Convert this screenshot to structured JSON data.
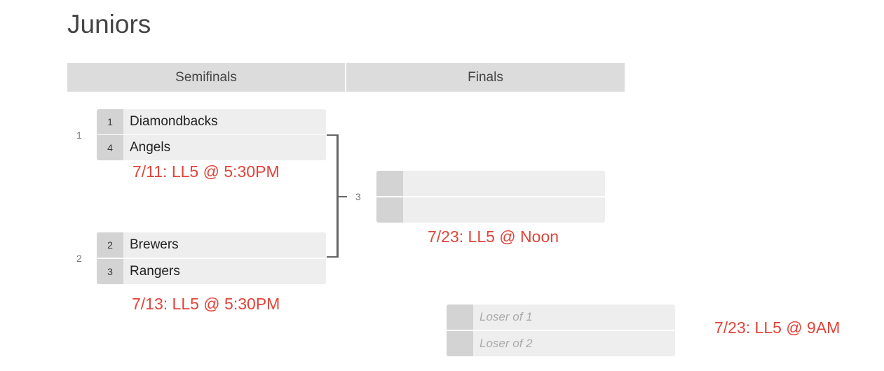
{
  "title": "Juniors",
  "rounds": [
    "Semifinals",
    "Finals"
  ],
  "matches": [
    {
      "number": "1",
      "teams": [
        {
          "seed": "1",
          "name": "Diamondbacks"
        },
        {
          "seed": "4",
          "name": "Angels"
        }
      ],
      "note": "7/11: LL5 @ 5:30PM"
    },
    {
      "number": "2",
      "teams": [
        {
          "seed": "2",
          "name": "Brewers"
        },
        {
          "seed": "3",
          "name": "Rangers"
        }
      ],
      "note": "7/13: LL5 @ 5:30PM"
    },
    {
      "number": "3",
      "teams": [
        {
          "seed": "",
          "name": ""
        },
        {
          "seed": "",
          "name": ""
        }
      ],
      "note": "7/23: LL5 @ Noon"
    }
  ],
  "consolation": {
    "teams": [
      {
        "seed": "",
        "name": "Loser of 1"
      },
      {
        "seed": "",
        "name": "Loser of 2"
      }
    ],
    "note": "7/23: LL5 @ 9AM"
  },
  "colors": {
    "note": "#e0443a",
    "header_bg": "#dcdcdc",
    "slot_bg": "#eeeeee",
    "seed_bg": "#d3d3d3"
  }
}
